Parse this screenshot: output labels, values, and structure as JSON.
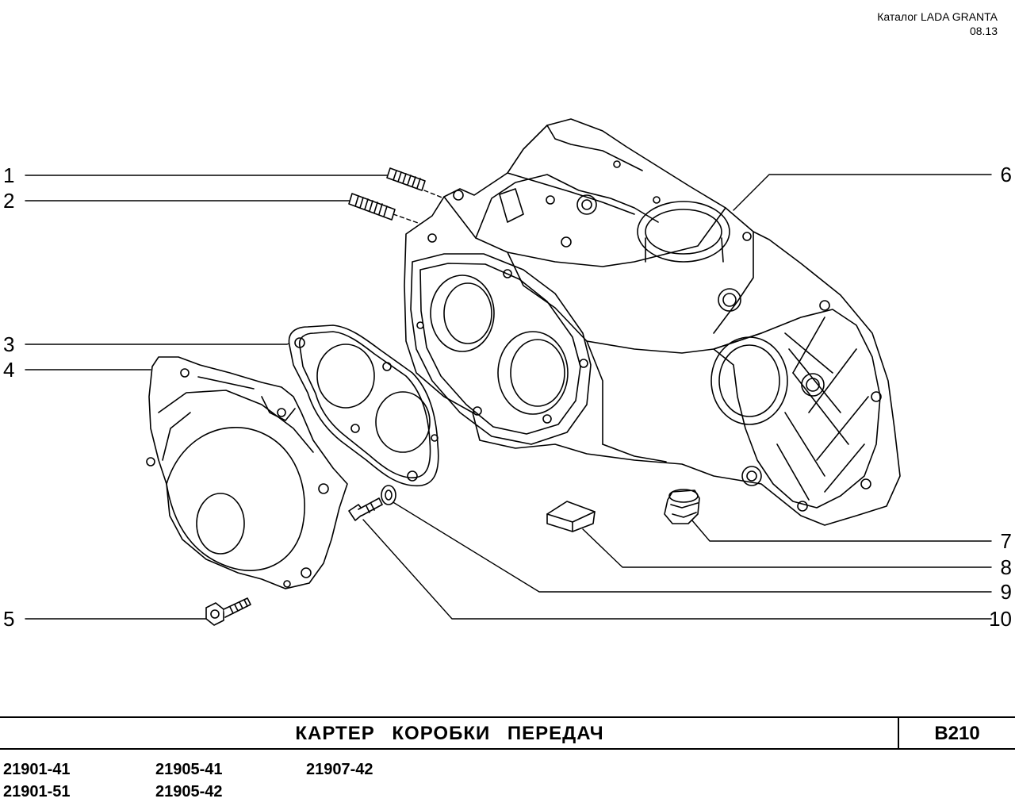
{
  "header": {
    "catalog": "Каталог  LADA  GRANTA",
    "date": "08.13"
  },
  "callouts": [
    "1",
    "2",
    "3",
    "4",
    "5",
    "6",
    "7",
    "8",
    "9",
    "10"
  ],
  "title": "КАРТЕР  КОРОБКИ  ПЕРЕДАЧ",
  "code": "В210",
  "models": [
    "21901-41",
    "21901-51",
    "21905-41",
    "21905-42",
    "21907-42"
  ]
}
